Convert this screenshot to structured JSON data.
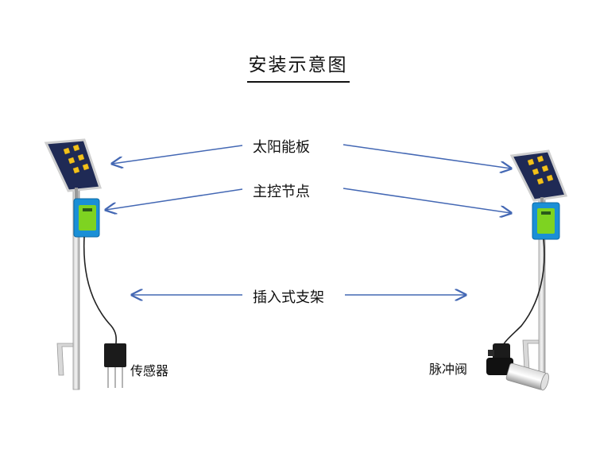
{
  "title": "安装示意图",
  "labels": {
    "solar_panel": "太阳能板",
    "main_node": "主控节点",
    "bracket": "插入式支架",
    "sensor": "传感器",
    "pulse_valve": "脉冲阀"
  },
  "colors": {
    "arrow": "#4468b4",
    "pole": "#8a8a8a",
    "node_box": "#1a8fd6",
    "node_screen": "#7ed321",
    "panel_cell": "#f2c21b",
    "panel": "#1f2a55"
  }
}
